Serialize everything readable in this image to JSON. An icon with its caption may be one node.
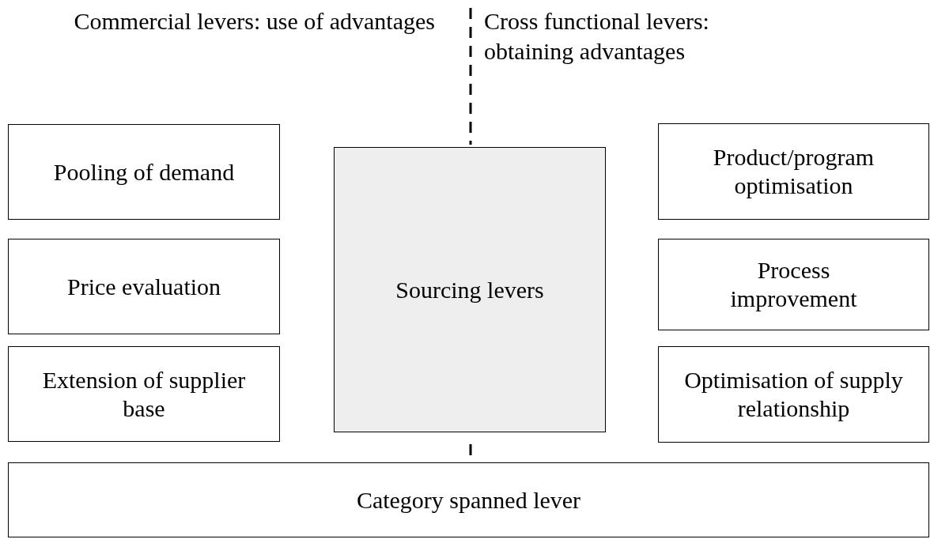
{
  "diagram": {
    "nodes": [
      {
        "text": [
          "Pooling of demand"
        ]
      },
      {
        "text": [
          "Price evaluation"
        ]
      },
      {
        "text": [
          "Extension of supplier base"
        ]
      },
      {
        "text": [
          "Sourcing levers"
        ]
      },
      {
        "text": [
          "Product/program optimisation"
        ]
      },
      {
        "text": [
          "Process improvement"
        ]
      },
      {
        "text": [
          "Optimisation of supply relationship"
        ]
      },
      {
        "text": [
          "Category spanned lever"
        ]
      }
    ],
    "edges": [],
    "labels": [
      "Commercial levers: use of advantages",
      "Cross functional levers: obtaining advantages"
    ]
  }
}
